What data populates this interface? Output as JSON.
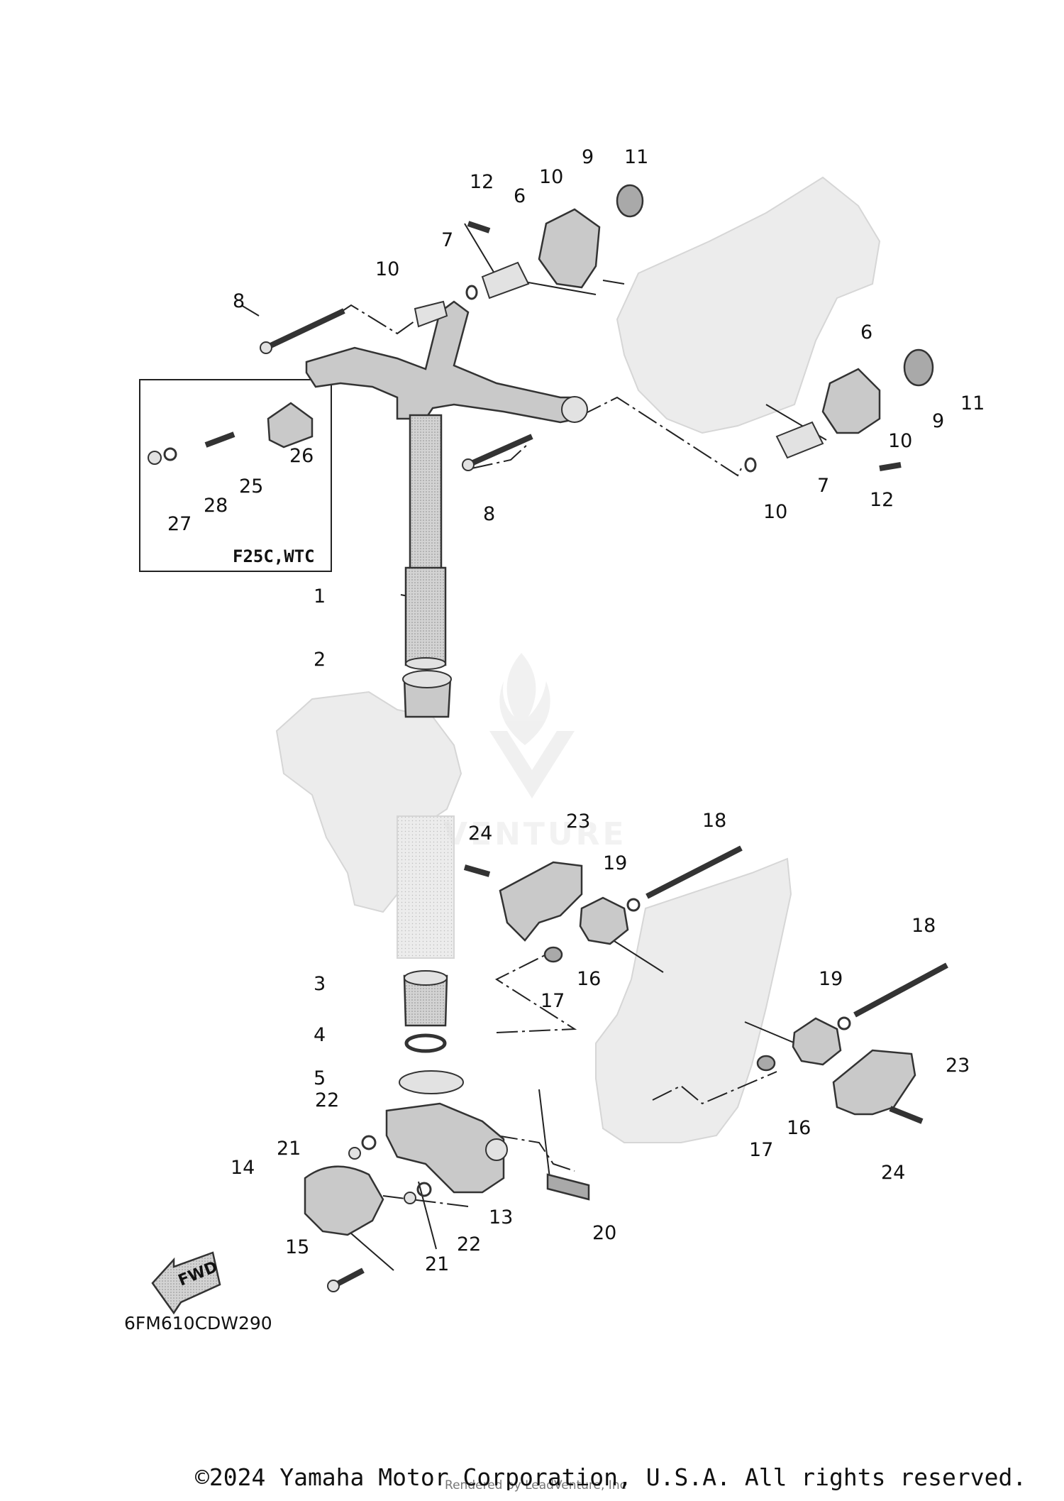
{
  "diagram": {
    "code": "6FM610CDW290",
    "inset_label": "F25C,WTC",
    "fwd_label": "FWD",
    "callouts": [
      "1",
      "2",
      "3",
      "4",
      "5",
      "6",
      "6",
      "7",
      "7",
      "8",
      "8",
      "9",
      "9",
      "10",
      "10",
      "10",
      "10",
      "11",
      "11",
      "12",
      "12",
      "13",
      "14",
      "15",
      "16",
      "16",
      "17",
      "17",
      "18",
      "18",
      "19",
      "19",
      "20",
      "21",
      "21",
      "22",
      "22",
      "23",
      "23",
      "24",
      "24",
      "25",
      "26",
      "27",
      "28"
    ]
  },
  "footer": {
    "copyright": "©2024 Yamaha Motor Corporation, U.S.A. All rights reserved.",
    "rendered_by": "Rendered by LeadVenture, Inc"
  },
  "colors": {
    "part_fill": "#c9c9c9",
    "ghost_fill": "#ececec",
    "line": "#222222"
  }
}
